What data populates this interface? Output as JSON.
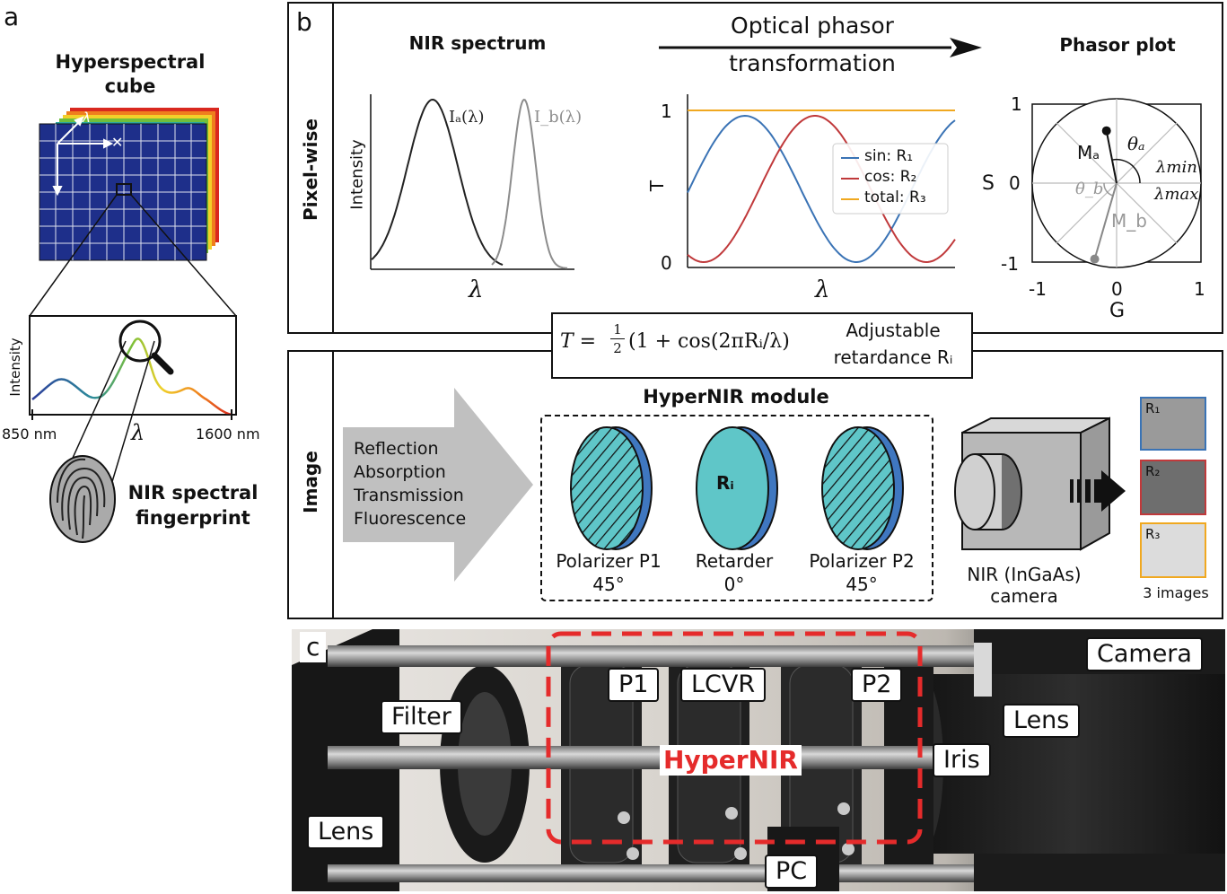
{
  "panel_a": {
    "letter": "a",
    "cube_title_1": "Hyperspectral",
    "cube_title_2": "cube",
    "lambda": "λ",
    "intensity_label": "Intensity",
    "x_min": "850 nm",
    "x_max": "1600 nm",
    "fingerprint_1": "NIR spectral",
    "fingerprint_2": "fingerprint"
  },
  "panel_b": {
    "letter": "b",
    "row1_label": "Pixel-wise",
    "row2_label": "Image",
    "nir_title": "NIR spectrum",
    "arrow_line1": "Optical phasor",
    "arrow_line2": "transformation",
    "phasor_title": "Phasor plot",
    "spectrum": {
      "ylabel": "Intensity",
      "xlabel": "λ",
      "label_a": "Iₐ(λ)",
      "label_b": "I_b(λ)",
      "curve_a_color": "#222222",
      "curve_b_color": "#8c8c8c"
    },
    "transmission": {
      "ylabel": "T",
      "xlabel": "λ",
      "tick_1": "1",
      "tick_0": "0",
      "legend": [
        {
          "label": "sin: R₁",
          "color": "#3a73b5"
        },
        {
          "label": "cos: R₂",
          "color": "#c0393b"
        },
        {
          "label": "total: R₃",
          "color": "#f0a820"
        }
      ]
    },
    "phasor": {
      "ylabel": "S",
      "xlabel": "G",
      "y_ticks": [
        "1",
        "0",
        "-1"
      ],
      "x_ticks": [
        "-1",
        "0",
        "1"
      ],
      "ma": "Mₐ",
      "mb": "M_b",
      "theta_a": "θₐ",
      "theta_b": "θ_b",
      "lambda_min": "λmin",
      "lambda_max": "λmax",
      "point_a": {
        "g": -0.12,
        "s": 0.62
      },
      "point_b": {
        "g": -0.26,
        "s": -0.9
      }
    },
    "equation": {
      "lhs": "T =",
      "num": "1",
      "den": "2",
      "rhs": "(1 + cos(2πRᵢ/λ)",
      "note_1": "Adjustable",
      "note_2": "retardance Rᵢ"
    },
    "input_lines": [
      "Reflection",
      "Absorption",
      "Transmission",
      "Fluorescence"
    ],
    "module_title": "HyperNIR module",
    "p1_label": "Polarizer P1",
    "p1_angle": "45°",
    "ret_label": "Retarder",
    "ret_angle": "0°",
    "ret_symbol": "Rᵢ",
    "p2_label": "Polarizer P2",
    "p2_angle": "45°",
    "camera_1": "NIR (InGaAs)",
    "camera_2": "camera",
    "images": [
      {
        "label": "R₁",
        "border": "#3a73b5",
        "fill": "#9a9a9a"
      },
      {
        "label": "R₂",
        "border": "#c0393b",
        "fill": "#6e6e6e"
      },
      {
        "label": "R₃",
        "border": "#f0a820",
        "fill": "#d9d9d9"
      }
    ],
    "images_caption": "3 images"
  },
  "panel_c": {
    "letter": "c",
    "labels": {
      "camera": "Camera",
      "lens_right": "Lens",
      "filter": "Filter",
      "p1": "P1",
      "lcvr": "LCVR",
      "p2": "P2",
      "iris": "Iris",
      "hypernir": "HyperNIR",
      "lens_left": "Lens",
      "pc": "PC"
    }
  }
}
